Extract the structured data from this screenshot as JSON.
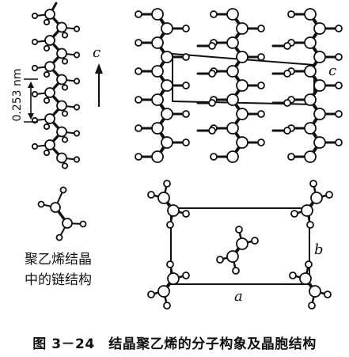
{
  "diagram": {
    "spacing_label": "0.253 nm",
    "axis_c_left": "c",
    "axis_c_right": "c",
    "axis_b": "b",
    "axis_a": "a",
    "panel_label_line1": "聚乙烯结晶",
    "panel_label_line2": "中的链结构",
    "caption": "图 3－24　结晶聚乙烯的分子构象及晶胞结构"
  },
  "colors": {
    "ink": "#111111",
    "atom_fill": "#ffffff",
    "background": "#ffffff"
  }
}
